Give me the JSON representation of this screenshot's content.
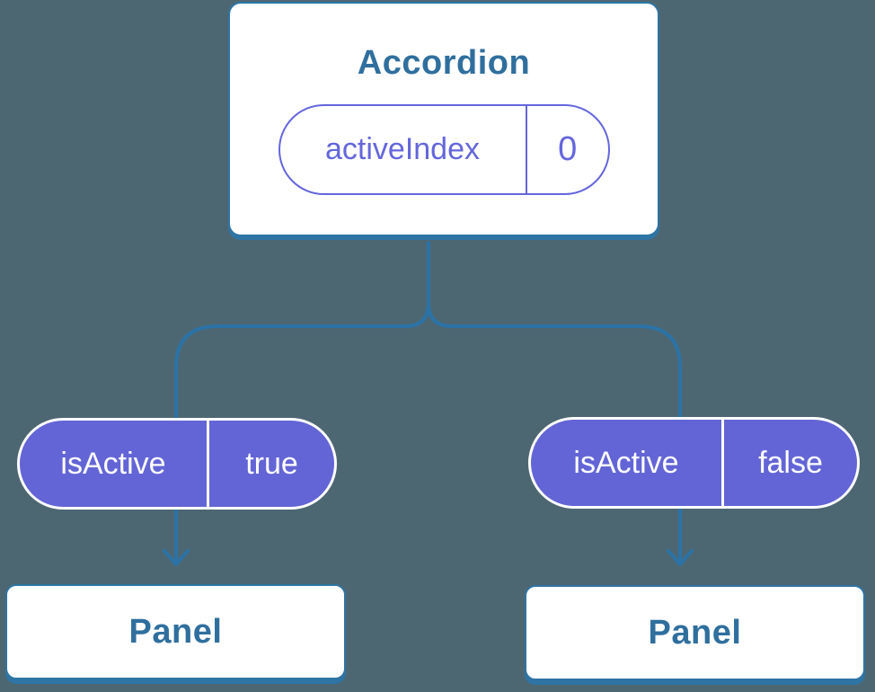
{
  "theme": {
    "bg": "#4D6772",
    "line": "#2B73A7",
    "node-border": "#2E74A4",
    "node-text": "#2F6F9E",
    "node-bg": "#FFFFFF",
    "pill-fill": "#6365D6",
    "pill-border": "#FFFFFF",
    "pill-text": "#FFFFFF",
    "state-accent": "#6466DC"
  },
  "tree": {
    "root": {
      "title": "Accordion",
      "state": {
        "name": "activeIndex",
        "value": "0"
      }
    },
    "left": {
      "prop": {
        "name": "isActive",
        "value": "true"
      },
      "panel": "Panel"
    },
    "right": {
      "prop": {
        "name": "isActive",
        "value": "false"
      },
      "panel": "Panel"
    }
  }
}
